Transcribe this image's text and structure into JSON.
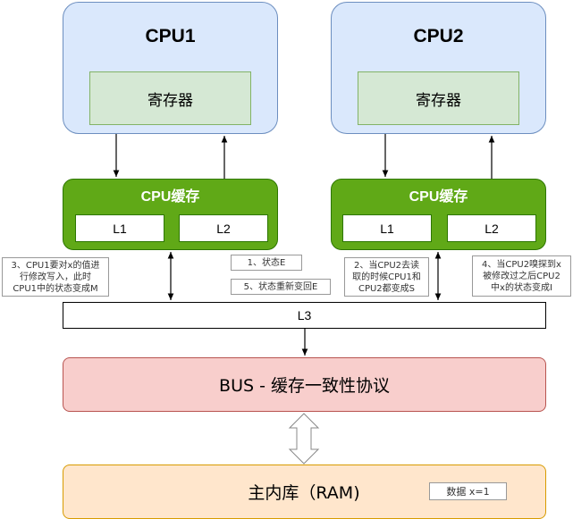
{
  "cpu1": {
    "title": "CPU1",
    "register": "寄存器",
    "cache_title": "CPU缓存",
    "l1": "L1",
    "l2": "L2"
  },
  "cpu2": {
    "title": "CPU2",
    "register": "寄存器",
    "cache_title": "CPU缓存",
    "l1": "L1",
    "l2": "L2"
  },
  "l3": "L3",
  "bus": "BUS - 缓存一致性协议",
  "ram": {
    "label": "主内库（RAM)",
    "data_note": "数据 x=1"
  },
  "notes": {
    "step1": "1、状态E",
    "step5": "5、状态重新变回E",
    "step3": [
      "3、CPU1要对x的值进",
      "行修改写入，此时",
      "CPU1中的状态变成M"
    ],
    "step2": [
      "2、当CPU2去读",
      "取的时候CPU1和",
      "CPU2都变成S"
    ],
    "step4": [
      "4、当CPU2嗅探到x",
      "被修改过之后CPU2",
      "中x的状态变成I"
    ]
  },
  "colors": {
    "cpu_fill": "#dae8fc",
    "register_fill": "#d5e8d4",
    "cache_fill": "#60a917",
    "bus_fill": "#f8cecc",
    "ram_fill": "#ffe6cc"
  }
}
